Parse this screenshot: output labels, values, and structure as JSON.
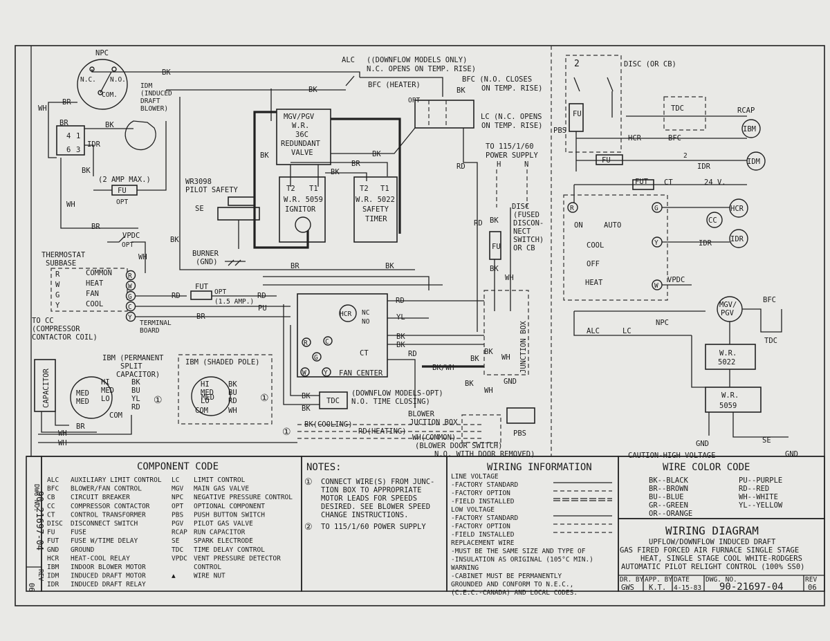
{
  "schematic_labels": {
    "npc": "NPC",
    "nc": "N.C.",
    "no": "N.O.",
    "com": "COM.",
    "idm_block": [
      "IDM",
      "(INDUCED",
      "DRAFT",
      "BLOWER)"
    ],
    "alc_label": "ALC",
    "alc_note": [
      "((DOWNFLOW MODELS ONLY)",
      "N.C. OPENS ON TEMP. RISE)"
    ],
    "bfc_heater": "BFC (HEATER)",
    "bfc_note": [
      "BFC (N.O. CLOSES",
      "ON TEMP. RISE)"
    ],
    "opt": "OPT",
    "lc_note": [
      "LC (N.C. OPENS",
      "ON TEMP. RISE)"
    ],
    "mgv_block": [
      "MGV/PGV",
      "W.R.",
      "36C",
      "REDUNDANT",
      "VALVE"
    ],
    "br": "BR",
    "bk": "BK",
    "wh": "WH",
    "rd": "RD",
    "pu": "PU",
    "yl": "YL",
    "relay_nums": [
      "4",
      "1",
      "6",
      "3",
      "2"
    ],
    "idr": "IDR",
    "fuse_note": "(2 AMP MAX.)",
    "fu": "FU",
    "wr3098": [
      "WR3098",
      "PILOT SAFETY"
    ],
    "se": "SE",
    "burner": [
      "BURNER",
      "(GND)"
    ],
    "ignitor_block": [
      "T2",
      "T1",
      "W.R. 5059",
      "IGNITOR"
    ],
    "timer_block": [
      "T2",
      "T1",
      "W.R. 5022",
      "SAFETY",
      "TIMER"
    ],
    "power_supply": [
      "TO 115/1/60",
      "POWER SUPPLY"
    ],
    "h": "H",
    "n": "N",
    "disc_note": [
      "DISC",
      "(FUSED",
      "DISCON-",
      "NECT",
      "SWITCH)",
      "OR CB"
    ],
    "vpdc": "VPDC",
    "thermostat": [
      "THERMOSTAT",
      "SUBBASE"
    ],
    "sub_terms": [
      "R",
      "W",
      "G",
      "Y"
    ],
    "sub_labels": [
      "COMMON",
      "HEAT",
      "FAN",
      "COOL"
    ],
    "term_letters": [
      "R",
      "W",
      "G",
      "C",
      "Y"
    ],
    "terminal_board": [
      "TERMINAL",
      "BOARD"
    ],
    "fut": "FUT",
    "amp_15": "(1.5 AMP.)",
    "to_cc": [
      "TO CC",
      "(COMPRESSOR",
      "CONTACTOR COIL)"
    ],
    "hcr": "HCR",
    "nc2": "NC",
    "no2": "NO",
    "c": "C",
    "ct": "CT",
    "fan_center": "FAN CENTER",
    "bk_wh": "BK/WH",
    "junction_box": "JUNCTION BOX",
    "gnd": "GND",
    "ibm_psc": [
      "IBM (PERMANENT",
      "SPLIT",
      "CAPACITOR)"
    ],
    "capacitor": "CAPACITOR",
    "motor_terms": [
      "HI",
      "MED",
      "LO",
      "COM"
    ],
    "motor_wires": [
      "BK",
      "BU",
      "YL",
      "RD",
      "WH"
    ],
    "med": "MED",
    "ibm_shaded": "IBM (SHADED POLE)",
    "circ1": "①",
    "tdc": "TDC",
    "downflow_opt": [
      "(DOWNFLOW MODELS-OPT)",
      "N.O. TIME CLOSING)"
    ],
    "bk_cooling": "BK(COOLING)",
    "rd_heating": "RD(HEATING)",
    "wh_common": "WH(COMMON)",
    "blower_jbox": [
      "BLOWER",
      "JUCTION BOX"
    ],
    "pbs": "PBS",
    "blower_door": [
      "(BLOWER DOOR SWITCH)",
      "N.O. WITH DOOR REMOVED)"
    ],
    "ladder_top": [
      "2",
      "DISC (OR CB)"
    ],
    "rcap": "RCAP",
    "ibm": "IBM",
    "idm": "IDM",
    "bfc": "BFC",
    "pbs2": "PBS",
    "ct24": "CT",
    "v24": "24 V.",
    "on": "ON",
    "auto": "AUTO",
    "cool": "COOL",
    "off": "OFF",
    "heat": "HEAT",
    "r": "R",
    "g": "G",
    "y": "Y",
    "w": "W",
    "cc": "CC",
    "mgv_pgv": [
      "MGV/",
      "PGV"
    ],
    "alc": "ALC",
    "lc": "LC",
    "wr5022": [
      "W.R.",
      "5022"
    ],
    "wr5059": [
      "W.R.",
      "5059"
    ],
    "caution": "CAUTION-HIGH VOLTAGE",
    "se2": "SE",
    "gnd2": "GND",
    "dwg_vert": "DWG NO.",
    "dwg_vert_num": "90-21697-04",
    "rev_vert": "REV",
    "rev_vert_num": "06"
  },
  "component_code": {
    "title": "COMPONENT CODE",
    "left": [
      [
        "ALC",
        "AUXILIARY LIMIT CONTROL"
      ],
      [
        "BFC",
        "BLOWER/FAN CONTROL"
      ],
      [
        "CB",
        "CIRCUIT BREAKER"
      ],
      [
        "CC",
        "COMPRESSOR CONTACTOR"
      ],
      [
        "CT",
        "CONTROL TRANSFORMER"
      ],
      [
        "DISC",
        "DISCONNECT SWITCH"
      ],
      [
        "FU",
        "FUSE"
      ],
      [
        "FUT",
        "FUSE W/TIME DELAY"
      ],
      [
        "GND",
        "GROUND"
      ],
      [
        "HCR",
        "HEAT-COOL RELAY"
      ],
      [
        "IBM",
        "INDOOR BLOWER MOTOR"
      ],
      [
        "IDM",
        "INDUCED DRAFT MOTOR"
      ],
      [
        "IDR",
        "INDUCED DRAFT RELAY"
      ]
    ],
    "right": [
      [
        "LC",
        "LIMIT CONTROL"
      ],
      [
        "MGV",
        "MAIN GAS VALVE"
      ],
      [
        "NPC",
        "NEGATIVE PRESSURE CONTROL"
      ],
      [
        "OPT",
        "OPTIONAL COMPONENT"
      ],
      [
        "PBS",
        "PUSH BUTTON SWITCH"
      ],
      [
        "PGV",
        "PILOT GAS VALVE"
      ],
      [
        "RCAP",
        "RUN CAPACITOR"
      ],
      [
        "SE",
        "SPARK ELECTRODE"
      ],
      [
        "TDC",
        "TIME DELAY CONTROL"
      ],
      [
        "VPDC",
        "VENT PRESSURE DETECTOR"
      ],
      [
        "",
        "CONTROL"
      ],
      [
        "▲",
        "WIRE NUT"
      ]
    ]
  },
  "notes": {
    "title": "NOTES:",
    "note1": [
      "CONNECT WIRE(S) FROM JUNC-",
      "TION BOX TO APPROPRIATE",
      "MOTOR LEADS FOR SPEEDS",
      "DESIRED. SEE BLOWER SPEED",
      "CHANGE INSTRUCTIONS."
    ],
    "note2": "TO 115/1/60 POWER SUPPLY",
    "mark1": "①",
    "mark2": "②"
  },
  "wiring_info": {
    "title": "WIRING INFORMATION",
    "lines": [
      "LINE VOLTAGE",
      "-FACTORY STANDARD",
      "-FACTORY OPTION",
      "-FIELD INSTALLED",
      "LOW VOLTAGE",
      "-FACTORY STANDARD",
      "-FACTORY OPTION",
      "-FIELD INSTALLED",
      "REPLACEMENT WIRE",
      "-MUST BE THE SAME SIZE AND TYPE OF",
      "-INSULATION AS ORIGINAL (105°C MIN.)",
      "WARNING",
      "-CABINET MUST BE PERMANENTLY",
      "GROUNDED AND CONFORM TO N.E.C.,",
      "(C.E.C.-CANADA) AND LOCAL CODES."
    ]
  },
  "wire_color": {
    "title": "WIRE COLOR CODE",
    "left": [
      "BK--BLACK",
      "BR--BROWN",
      "BU--BLUE",
      "GR--GREEN",
      "OR--ORANGE"
    ],
    "right": [
      "PU--PURPLE",
      "RD--RED",
      "WH--WHITE",
      "YL--YELLOW"
    ]
  },
  "title_block": {
    "title": "WIRING DIAGRAM",
    "subtitle": [
      "UPFLOW/DOWNFLOW INDUCED DRAFT",
      "GAS FIRED FORCED AIR FURNACE SINGLE STAGE",
      "HEAT, SINGLE STAGE COOL WHITE-RODGERS",
      "AUTOMATIC PILOT RELIGHT CONTROL (100% SS0)"
    ],
    "dr_by_label": "DR. BY",
    "dr_by": "GWS",
    "app_by_label": "APP. BY",
    "app_by": "K.T.",
    "date_label": "DATE",
    "date": "4-15-83",
    "dwg_no_label": "DWG. NO.",
    "dwg_no": "90-21697-04",
    "rev_label": "REV",
    "rev": "06"
  }
}
